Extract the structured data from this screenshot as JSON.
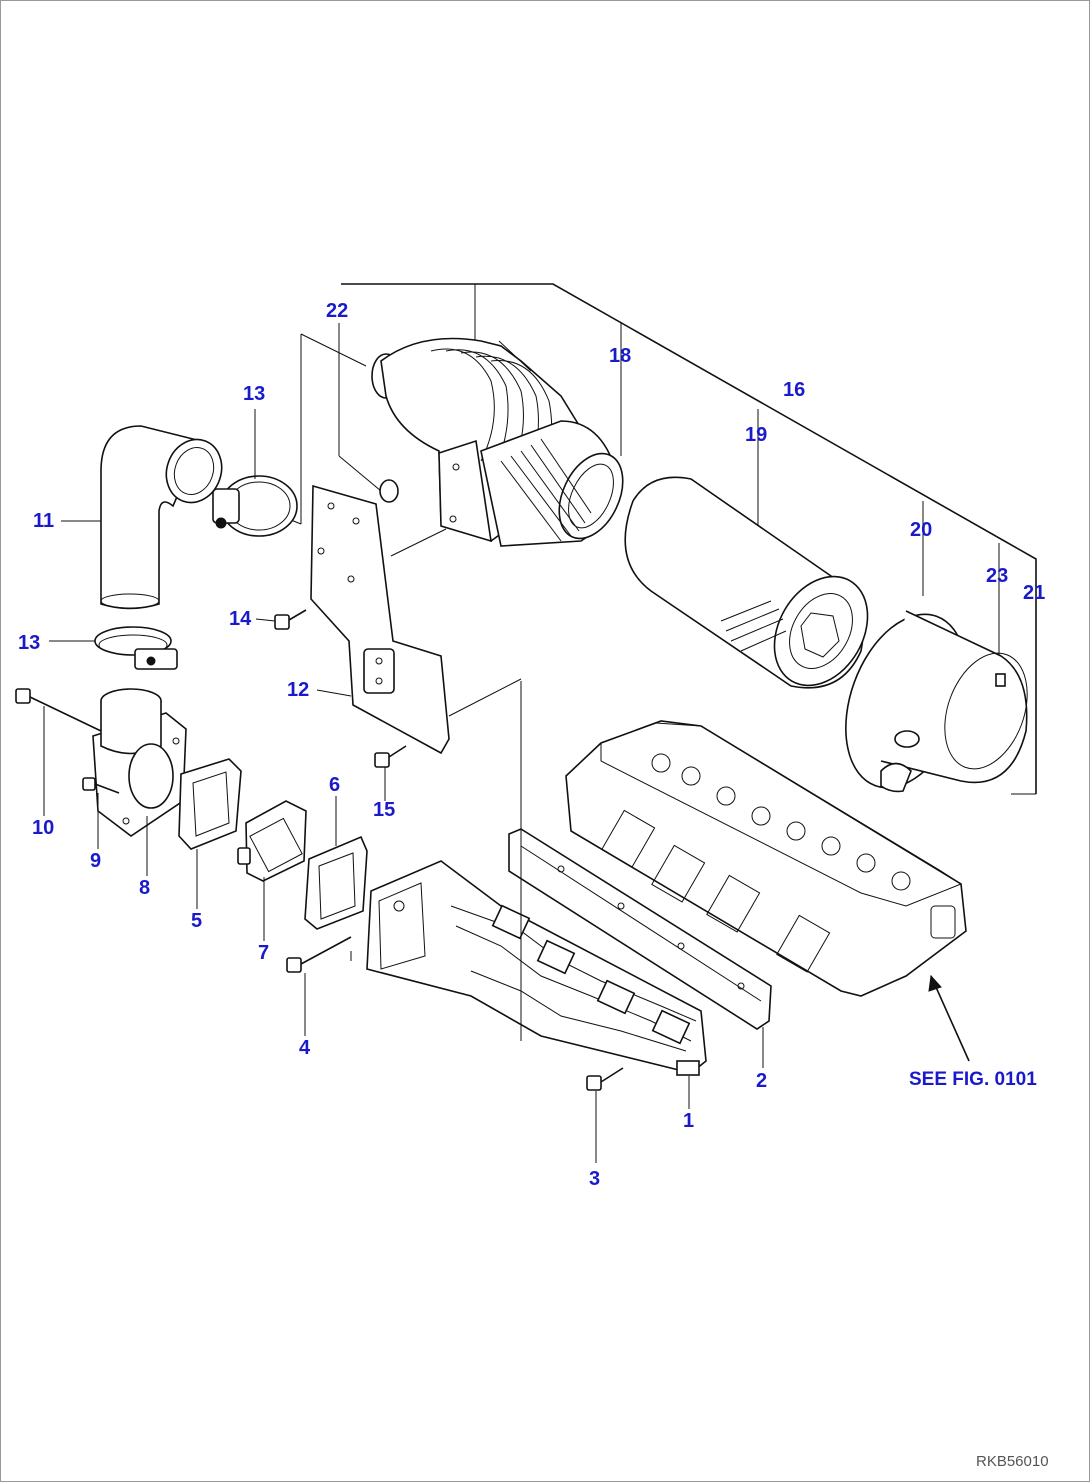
{
  "callouts": {
    "c1": "1",
    "c2": "2",
    "c3": "3",
    "c4": "4",
    "c5": "5",
    "c6": "6",
    "c7": "7",
    "c8": "8",
    "c9": "9",
    "c10": "10",
    "c11": "11",
    "c12": "12",
    "c13a": "13",
    "c13b": "13",
    "c14": "14",
    "c15": "15",
    "c16": "16",
    "c18": "18",
    "c19": "19",
    "c20": "20",
    "c21": "21",
    "c22": "22",
    "c23": "23"
  },
  "reference_note": "SEE FIG. 0101",
  "drawing_code": "RKB56010",
  "colors": {
    "callout": "#1a1acc",
    "linework": "#111111",
    "background": "#ffffff"
  }
}
